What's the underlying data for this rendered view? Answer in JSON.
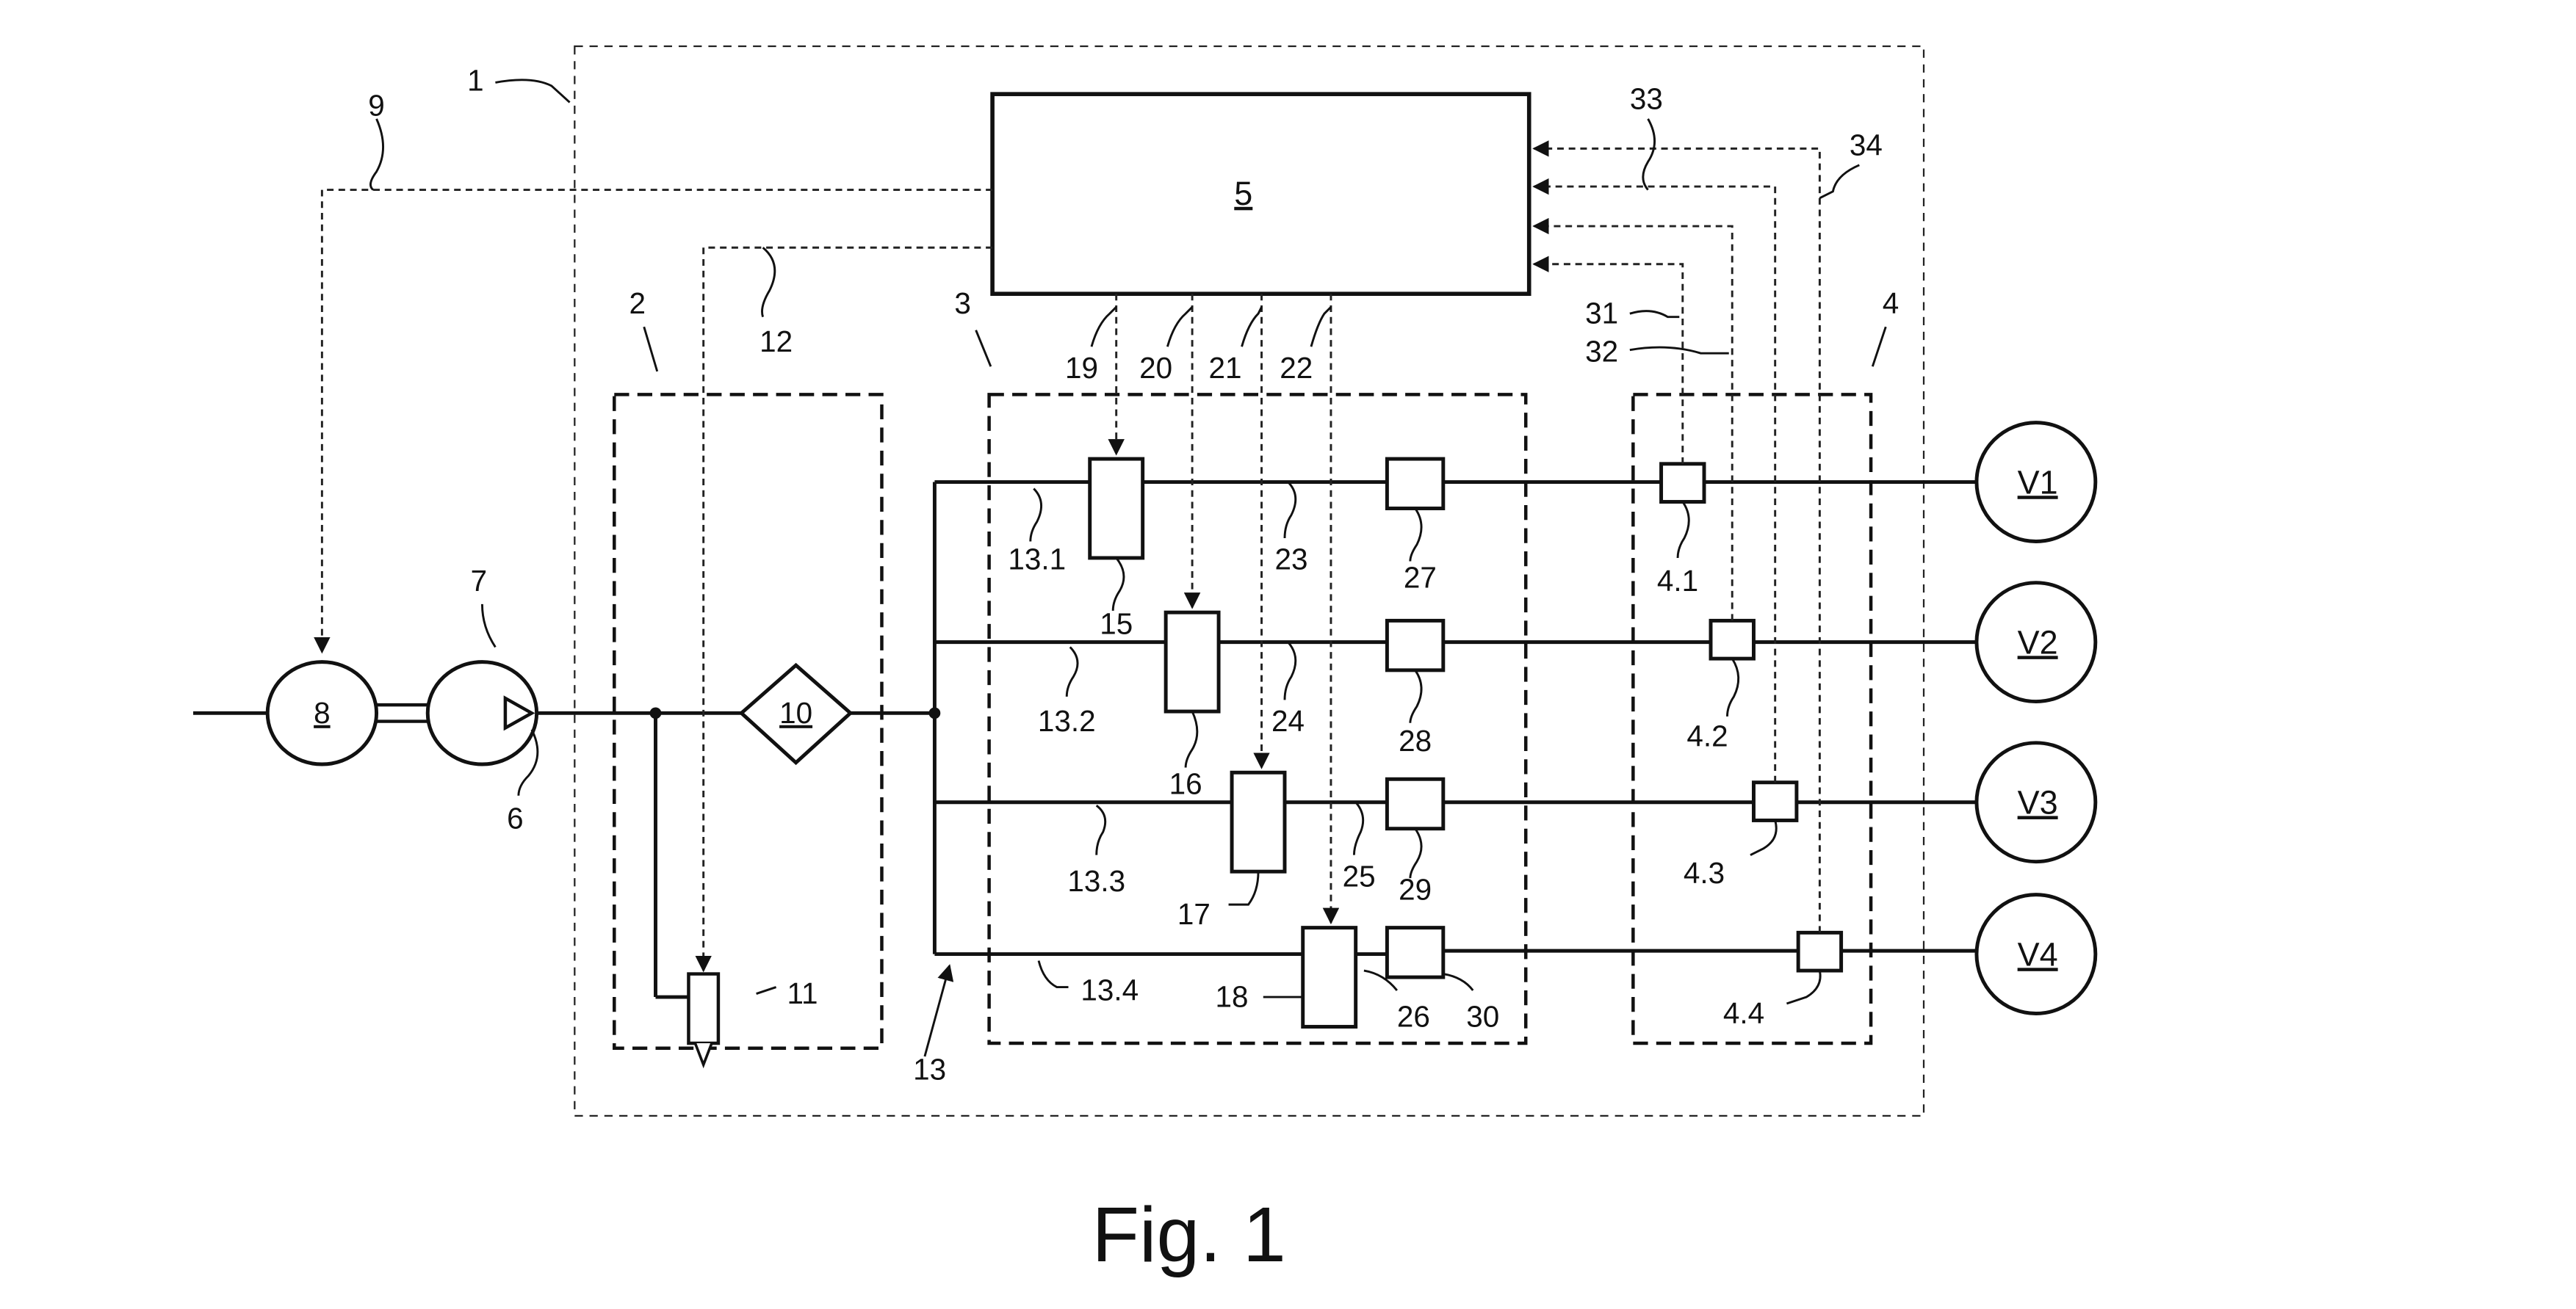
{
  "figure": {
    "caption": "Fig. 1",
    "controller_label": "5",
    "motor_label": "8",
    "pump_label": "7",
    "filter_label": "10",
    "drain_valve_label": "11",
    "consumers": [
      "V1",
      "V2",
      "V3",
      "V4"
    ],
    "reference_labels": {
      "r1": "1",
      "r2": "2",
      "r3": "3",
      "r4": "4",
      "r6": "6",
      "r7": "7",
      "r9": "9",
      "r12": "12",
      "r13": "13",
      "r11": "11",
      "r13_1": "13.1",
      "r13_2": "13.2",
      "r13_3": "13.3",
      "r13_4": "13.4",
      "r15": "15",
      "r16": "16",
      "r17": "17",
      "r18": "18",
      "r19": "19",
      "r20": "20",
      "r21": "21",
      "r22": "22",
      "r23": "23",
      "r24": "24",
      "r25": "25",
      "r26": "26",
      "r27": "27",
      "r28": "28",
      "r29": "29",
      "r30": "30",
      "r31": "31",
      "r32": "32",
      "r33": "33",
      "r34": "34",
      "r4_1": "4.1",
      "r4_2": "4.2",
      "r4_3": "4.3",
      "r4_4": "4.4"
    }
  }
}
